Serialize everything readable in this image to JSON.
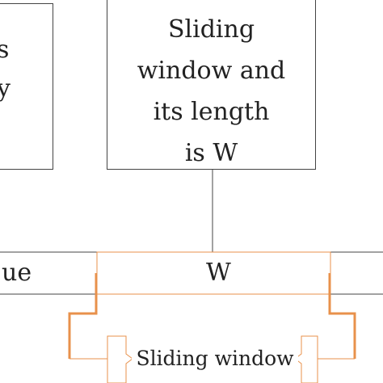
{
  "left_box": {
    "lines": [
      "s",
      "y"
    ]
  },
  "window_box": {
    "lines": [
      "Sliding",
      "window and",
      "its length",
      "is W"
    ]
  },
  "bar": {
    "left_cell": "ue",
    "window_cell": "W"
  },
  "sliding_label": "Sliding window",
  "colors": {
    "accent": "#e8914b",
    "line": "#444444",
    "text": "#222222"
  }
}
